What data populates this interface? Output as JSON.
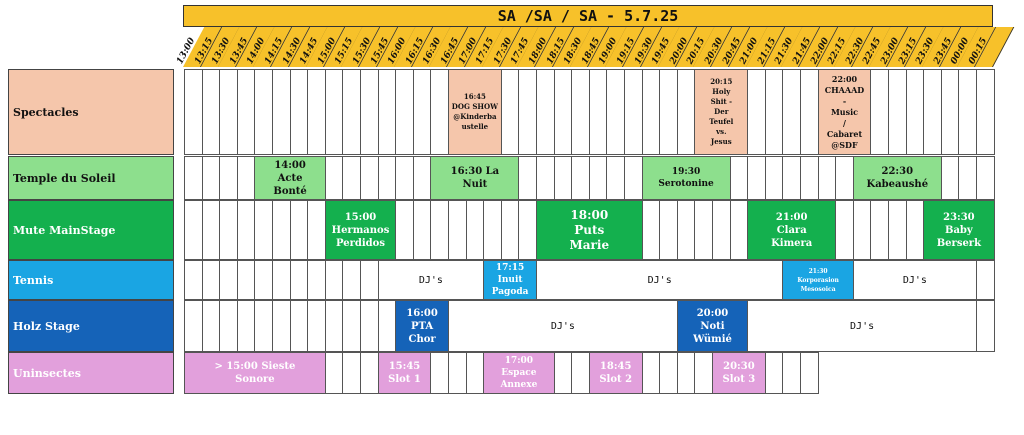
{
  "title": "SA /SA / SA  - 5.7.25",
  "times": [
    "13:00",
    "13:15",
    "13:30",
    "13:45",
    "14:00",
    "14:15",
    "14:30",
    "14:45",
    "15:00",
    "15:15",
    "15:30",
    "15:45",
    "16:00",
    "16:15",
    "16:30",
    "16:45",
    "17:00",
    "17:15",
    "17:30",
    "17:45",
    "18:00",
    "18:15",
    "18:30",
    "18:45",
    "19:00",
    "19:15",
    "19:30",
    "19:45",
    "20:00",
    "20:15",
    "20:30",
    "20:45",
    "21:00",
    "21:15",
    "21:30",
    "21:45",
    "22:00",
    "22:15",
    "22:30",
    "22:45",
    "23:00",
    "23:15",
    "23:30",
    "23:45",
    "00:00",
    "00:15"
  ],
  "colors": {
    "spectacles": "#f5c6ab",
    "temple": "#8ddf8d",
    "mute": "#14b04e",
    "tennis": "#1aa5e3",
    "holz": "#1563b8",
    "uninsectes": "#e2a0dc",
    "title": "#f7c12a"
  },
  "rows": [
    {
      "id": "spectacles",
      "label": "Spectacles",
      "labelColor": "#111",
      "events": [
        {
          "start": 15,
          "span": 3,
          "text": "16:45\nDOG SHOW\n@Kinderba\nustelle",
          "size": 7
        },
        {
          "start": 29,
          "span": 3,
          "text": "20:15\nHoly\nShit -\nDer\nTeufel\nvs.\nJesus",
          "size": 7
        },
        {
          "start": 36,
          "span": 3,
          "text": "22:00\nCHAAAD\n-\nMusic\n/\nCabaret\n@SDF",
          "size": 8
        }
      ],
      "djs": [],
      "cells_end": 46
    },
    {
      "id": "temple",
      "label": "Temple du Soleil",
      "labelColor": "#111",
      "events": [
        {
          "start": 4,
          "span": 4,
          "text": "14:00\nActe\nBonté",
          "size": 10
        },
        {
          "start": 14,
          "span": 5,
          "text": "16:30 La\nNuit",
          "size": 10
        },
        {
          "start": 26,
          "span": 5,
          "text": "19:30\nSerotonine",
          "size": 9
        },
        {
          "start": 38,
          "span": 5,
          "text": "22:30\nKabeaushé",
          "size": 10
        }
      ],
      "djs": [],
      "cells_end": 46
    },
    {
      "id": "mute",
      "label": "Mute MainStage",
      "labelColor": "#fff",
      "events": [
        {
          "start": 8,
          "span": 4,
          "text": "15:00\nHermanos\nPerdidos",
          "size": 10,
          "color": "#fff"
        },
        {
          "start": 20,
          "span": 6,
          "text": "18:00\nPuts\nMarie",
          "size": 12,
          "color": "#fff"
        },
        {
          "start": 32,
          "span": 5,
          "text": "21:00\nClara\nKimera",
          "size": 10,
          "color": "#fff"
        },
        {
          "start": 42,
          "span": 4,
          "text": "23:30\nBaby\nBerserk",
          "size": 10,
          "color": "#fff"
        }
      ],
      "djs": [],
      "cells_end": 46
    },
    {
      "id": "tennis",
      "label": "Tennis",
      "labelColor": "#fff",
      "events": [
        {
          "start": 17,
          "span": 3,
          "text": "17:15\nInuit\nPagoda",
          "size": 9,
          "color": "#fff"
        },
        {
          "start": 34,
          "span": 4,
          "text": "21:30\nKorporasion\nMesosoica",
          "size": 6,
          "color": "#fff"
        }
      ],
      "djs": [
        {
          "start": 11,
          "span": 6,
          "text": "DJ's"
        },
        {
          "start": 20,
          "span": 14,
          "text": "DJ's"
        },
        {
          "start": 38,
          "span": 7,
          "text": "DJ's"
        }
      ],
      "cells_end": 46
    },
    {
      "id": "holz",
      "label": "Holz Stage",
      "labelColor": "#fff",
      "events": [
        {
          "start": 12,
          "span": 3,
          "text": "16:00\nPTA\nChor",
          "size": 10,
          "color": "#fff"
        },
        {
          "start": 28,
          "span": 4,
          "text": "20:00\nNoti\nWümié",
          "size": 10,
          "color": "#fff"
        }
      ],
      "djs": [
        {
          "start": 15,
          "span": 13,
          "text": "DJ's"
        },
        {
          "start": 32,
          "span": 13,
          "text": "DJ's"
        }
      ],
      "cells_end": 46
    },
    {
      "id": "uninsectes",
      "label": "Uninsectes",
      "labelColor": "#fff",
      "events": [
        {
          "start": 0,
          "span": 8,
          "text": "> 15:00 Sieste\nSonore",
          "size": 10,
          "color": "#fff"
        },
        {
          "start": 11,
          "span": 3,
          "text": "15:45\nSlot 1",
          "size": 10,
          "color": "#fff"
        },
        {
          "start": 17,
          "span": 4,
          "text": "17:00\nEspace\nAnnexe",
          "size": 9,
          "color": "#fff"
        },
        {
          "start": 23,
          "span": 3,
          "text": "18:45\nSlot 2",
          "size": 10,
          "color": "#fff"
        },
        {
          "start": 30,
          "span": 3,
          "text": "20:30\nSlot 3",
          "size": 10,
          "color": "#fff"
        }
      ],
      "djs": [],
      "cells_end": 36
    }
  ]
}
